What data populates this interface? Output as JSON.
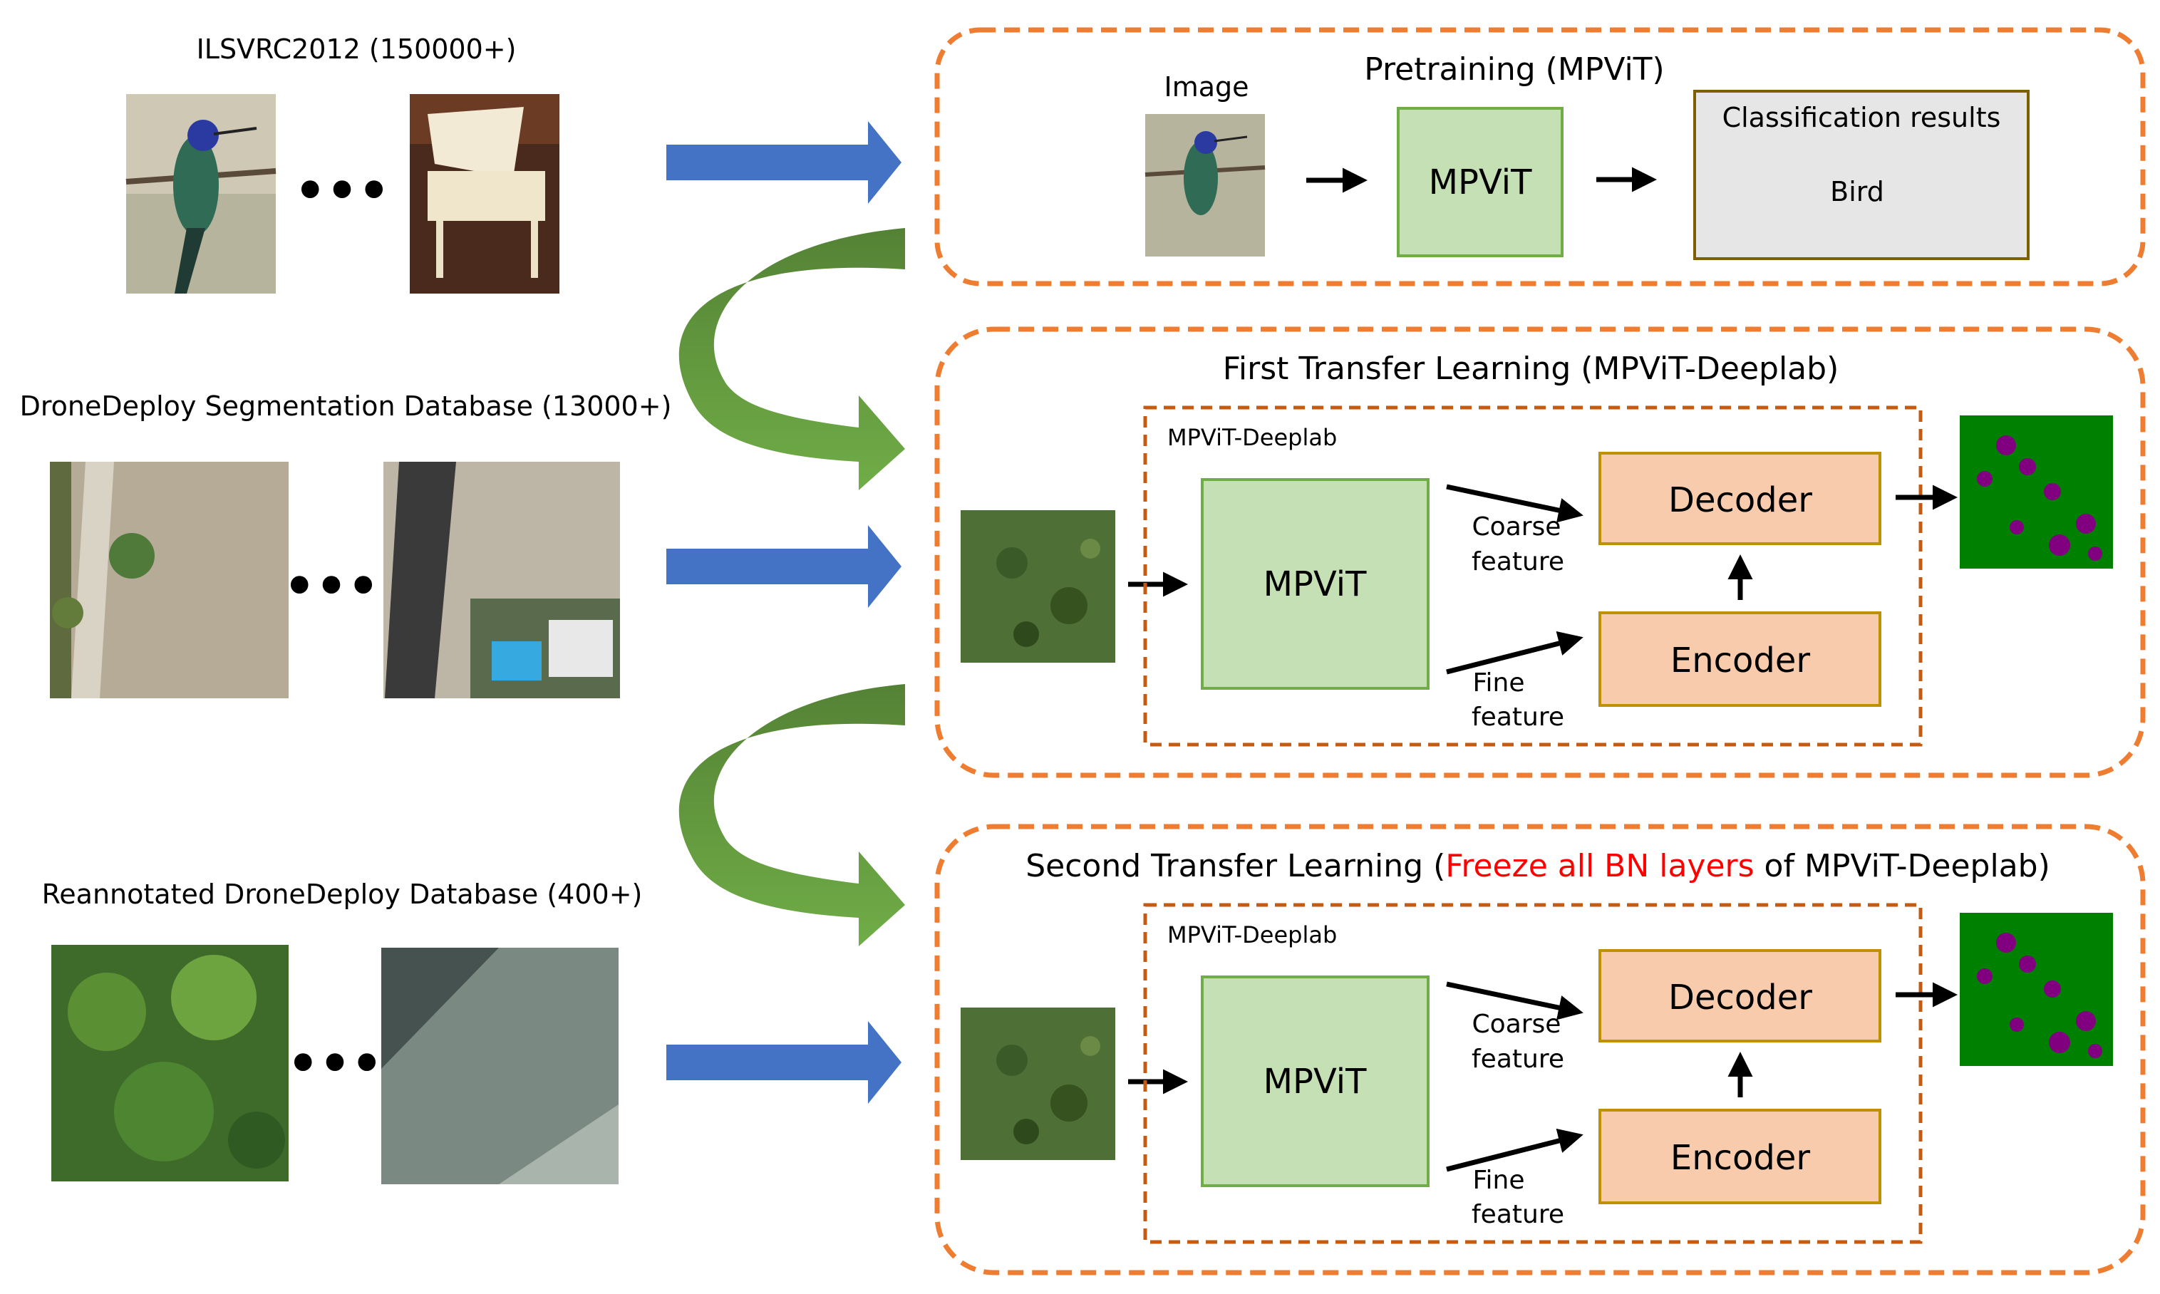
{
  "datasets": [
    {
      "label": "ILSVRC2012 (150000+)",
      "ellipsis": "•••",
      "images": [
        "hummingbird-photo",
        "grand-piano-photo"
      ]
    },
    {
      "label": "DroneDeploy Segmentation Database (13000+)",
      "ellipsis": "•••",
      "images": [
        "aerial-dirt-path-photo",
        "aerial-houses-pool-photo"
      ]
    },
    {
      "label": "Reannotated DroneDeploy Database (400+)",
      "ellipsis": "•••",
      "images": [
        "aerial-trees-photo",
        "aerial-water-photo"
      ]
    }
  ],
  "pretraining": {
    "title": "Pretraining (MPViT)",
    "image_label": "Image",
    "model": "MPViT",
    "result_title": "Classification results",
    "result_value": "Bird"
  },
  "first_transfer": {
    "title": "First Transfer Learning (MPViT-Deeplab)",
    "inner_label": "MPViT-Deeplab",
    "model": "MPViT",
    "decoder": "Decoder",
    "encoder": "Encoder",
    "coarse_1": "Coarse",
    "coarse_2": "feature",
    "fine_1": "Fine",
    "fine_2": "feature"
  },
  "second_transfer": {
    "title_prefix": "Second Transfer Learning (",
    "title_highlight": "Freeze all BN layers",
    "title_suffix": " of MPViT-Deeplab)",
    "inner_label": "MPViT-Deeplab",
    "model": "MPViT",
    "decoder": "Decoder",
    "encoder": "Encoder",
    "coarse_1": "Coarse",
    "coarse_2": "feature",
    "fine_1": "Fine",
    "fine_2": "feature"
  },
  "colors": {
    "dashed_border": "#ee7d31",
    "inner_dashed": "#c55a11",
    "mpvit_fill": "#c5e0b4",
    "mpvit_stroke": "#70ad47",
    "codec_fill": "#f8cbad",
    "codec_stroke": "#bf9000",
    "result_fill": "#e7e6e6",
    "blue_arrow": "#4472c4",
    "green_arrow": "#70ad47",
    "highlight": "#ff0000",
    "seg_green": "#008000",
    "seg_purple": "#800080"
  }
}
